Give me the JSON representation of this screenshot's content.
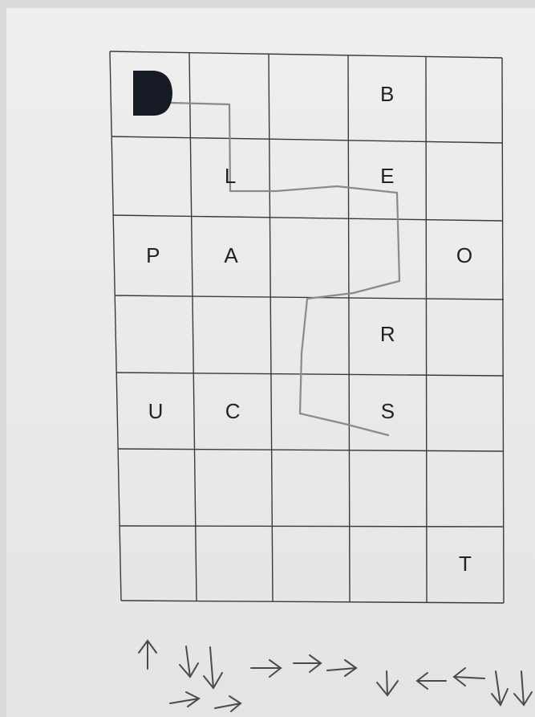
{
  "grid": {
    "rows": 7,
    "cols": 5,
    "letters": [
      {
        "row": 0,
        "col": 3,
        "char": "B"
      },
      {
        "row": 1,
        "col": 1,
        "char": "L"
      },
      {
        "row": 1,
        "col": 3,
        "char": "E"
      },
      {
        "row": 2,
        "col": 0,
        "char": "P"
      },
      {
        "row": 2,
        "col": 1,
        "char": "A"
      },
      {
        "row": 2,
        "col": 4,
        "char": "O"
      },
      {
        "row": 3,
        "col": 3,
        "char": "R"
      },
      {
        "row": 4,
        "col": 0,
        "char": "U"
      },
      {
        "row": 4,
        "col": 1,
        "char": "C"
      },
      {
        "row": 4,
        "col": 3,
        "char": "S"
      },
      {
        "row": 6,
        "col": 4,
        "char": "T"
      }
    ],
    "robot": {
      "row": 0,
      "col": 0,
      "icon": "bee-bot-icon",
      "color": "#161a24"
    }
  },
  "path_cells": [
    [
      0,
      0
    ],
    [
      0,
      1
    ],
    [
      1,
      1
    ],
    [
      1,
      2
    ],
    [
      1,
      3
    ],
    [
      2,
      3
    ],
    [
      3,
      2
    ],
    [
      4,
      2
    ],
    [
      4,
      3
    ]
  ],
  "arrow_sequence": [
    "up-arrow-icon",
    "down-arrow-icon",
    "down-arrow-icon",
    "right-arrow-icon",
    "right-arrow-icon",
    "right-arrow-icon",
    "down-arrow-icon",
    "left-arrow-icon",
    "left-arrow-icon",
    "down-arrow-icon",
    "down-arrow-icon",
    "right-arrow-icon",
    "right-arrow-icon"
  ]
}
